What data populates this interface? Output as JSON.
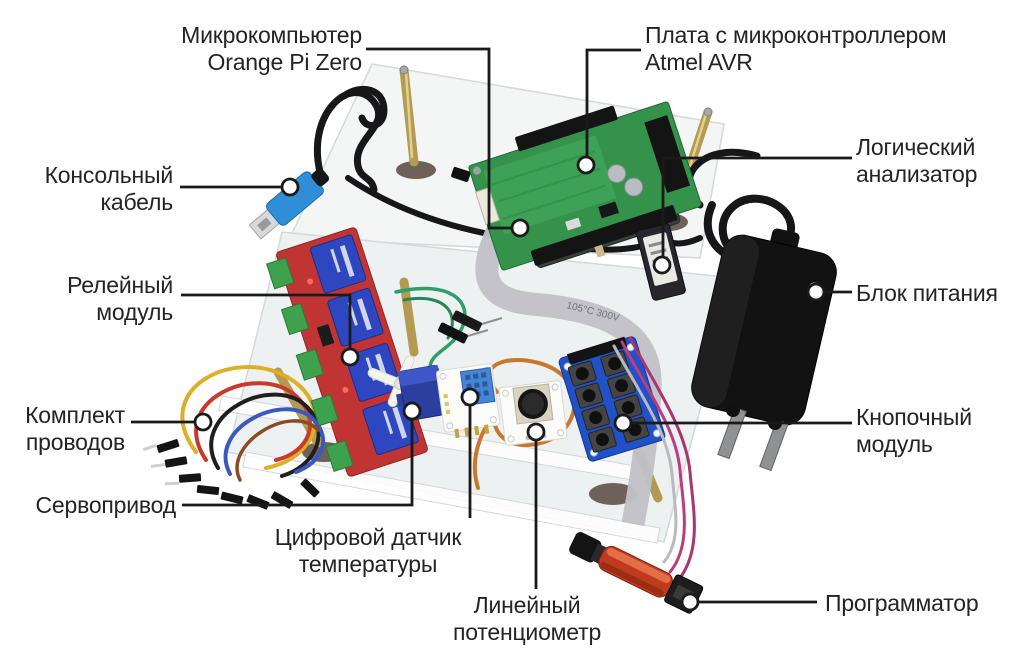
{
  "figure": {
    "type": "annotated-hardware-photo"
  },
  "labels": [
    {
      "id": "orange-pi",
      "text": "Микрокомпьютер\nOrange Pi Zero"
    },
    {
      "id": "avr-board",
      "text": "Плата с микроконтроллером\nAtmel AVR"
    },
    {
      "id": "console-cable",
      "text": "Консольный\nкабель"
    },
    {
      "id": "logic-analyzer",
      "text": "Логический\nанализатор"
    },
    {
      "id": "relay-module",
      "text": "Релейный\nмодуль"
    },
    {
      "id": "power-supply",
      "text": "Блок питания"
    },
    {
      "id": "wire-kit",
      "text": "Комплект\nпроводов"
    },
    {
      "id": "button-module",
      "text": "Кнопочный\nмодуль"
    },
    {
      "id": "servo",
      "text": "Сервопривод"
    },
    {
      "id": "temp-sensor",
      "text": "Цифровой датчик\nтемпературы"
    },
    {
      "id": "potentiometer",
      "text": "Линейный\nпотенциометр"
    },
    {
      "id": "programmer",
      "text": "Программатор"
    }
  ],
  "photo_text": {
    "ribbon_marking": "105°C  300V"
  },
  "palette": {
    "leader_line": "#1a1a1a",
    "label_text": "#242424",
    "acrylic": "#eef1f2",
    "acrylic_back": "#f4f6f6",
    "brass": "#b39b52",
    "pcb_green": "#35924b",
    "relay_board_red": "#c13434",
    "relay_blue": "#2e47c0",
    "module_blue": "#2051c8",
    "servo_blue": "#2b3f9f",
    "sensor_blue": "#4585d8",
    "usb_blue": "#2e8fd8",
    "power_black": "#121212",
    "programmer_red": "#c03a1e",
    "wire_yellow": "#dcaf25",
    "wire_red": "#c93a2b",
    "wire_blue": "#3b57c0",
    "wire_pink": "#bf3b80",
    "wire_orange": "#c9772e",
    "wire_green": "#2f9f6a"
  }
}
